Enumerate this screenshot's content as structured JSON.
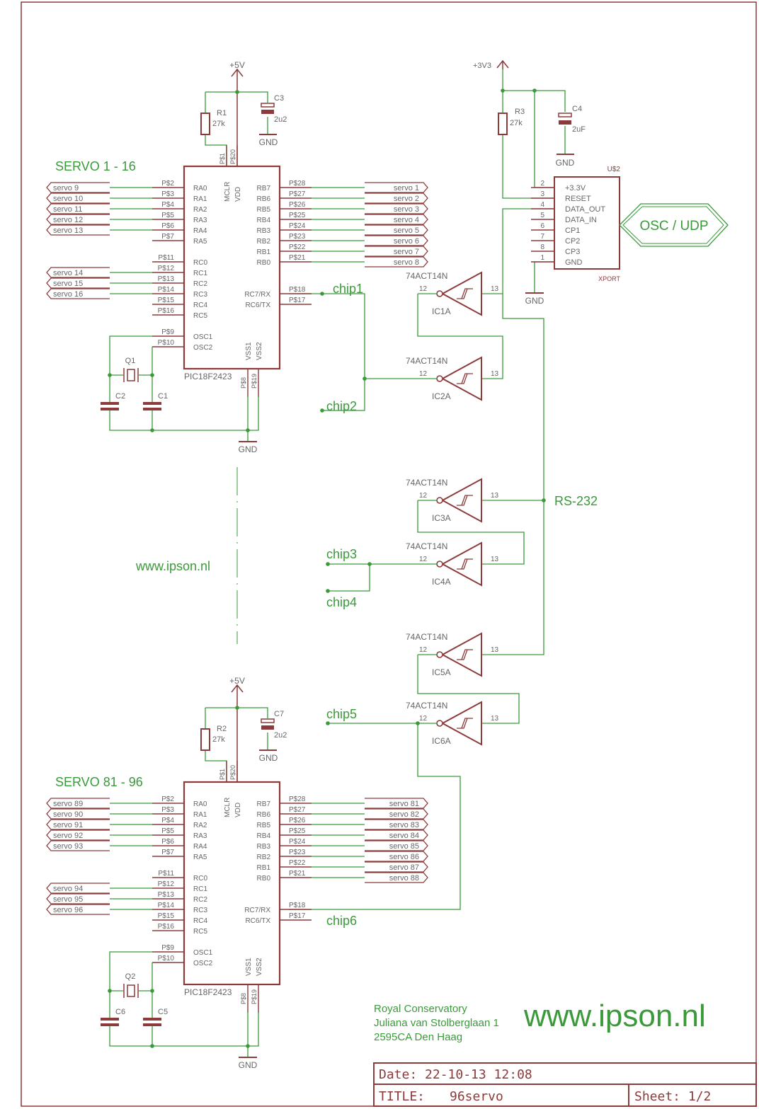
{
  "supplies": {
    "plus5v": "+5V",
    "plus3v3": "+3V3",
    "gnd": "GND"
  },
  "headings": {
    "servo_top": "SERVO 1 - 16",
    "servo_bottom": "SERVO 81 - 96"
  },
  "components": {
    "r1": "R1",
    "r1_val": "27k",
    "r2": "R2",
    "r2_val": "27k",
    "r3": "R3",
    "r3_val": "27k",
    "c1": "C1",
    "c2": "C2",
    "c3": "C3",
    "c3_val": "2u2",
    "c4": "C4",
    "c4_val": "2uF",
    "c5": "C5",
    "c6": "C6",
    "c7": "C7",
    "c7_val": "2u2",
    "q1": "Q1",
    "q2": "Q2"
  },
  "mcu": {
    "part": "PIC18F2423",
    "left_pins": [
      "RA0",
      "RA1",
      "RA2",
      "RA3",
      "RA4",
      "RA5",
      "RC0",
      "RC1",
      "RC2",
      "RC3",
      "RC4",
      "RC5",
      "OSC1",
      "OSC2"
    ],
    "left_pads": [
      "P$2",
      "P$3",
      "P$4",
      "P$5",
      "P$6",
      "P$7",
      "P$11",
      "P$12",
      "P$13",
      "P$14",
      "P$15",
      "P$16",
      "P$9",
      "P$10"
    ],
    "right_pins": [
      "RB7",
      "RB6",
      "RB5",
      "RB4",
      "RB3",
      "RB2",
      "RB1",
      "RB0",
      "RC7/RX",
      "RC6/TX"
    ],
    "right_pads": [
      "P$28",
      "P$27",
      "P$26",
      "P$25",
      "P$24",
      "P$23",
      "P$22",
      "P$21",
      "P$18",
      "P$17"
    ],
    "top_pins": [
      "MCLR",
      "VDD"
    ],
    "top_pads": [
      "P$1",
      "P$20"
    ],
    "bottom_pins": [
      "VSS1",
      "VSS2"
    ],
    "bottom_pads": [
      "P$8",
      "P$19"
    ]
  },
  "servo_top_left": [
    "servo 9",
    "servo 10",
    "servo 11",
    "servo 12",
    "servo 13"
  ],
  "servo_top_left_c": [
    "servo 14",
    "servo 15",
    "servo 16"
  ],
  "servo_top_right": [
    "servo 1",
    "servo 2",
    "servo 3",
    "servo 4",
    "servo 5",
    "servo 6",
    "servo 7",
    "servo 8"
  ],
  "servo_bot_left": [
    "servo 89",
    "servo 90",
    "servo 91",
    "servo 92",
    "servo 93"
  ],
  "servo_bot_left_c": [
    "servo 94",
    "servo 95",
    "servo 96"
  ],
  "servo_bot_right": [
    "servo 81",
    "servo 82",
    "servo 83",
    "servo 84",
    "servo 85",
    "servo 86",
    "servo 87",
    "servo 88"
  ],
  "inverters": {
    "part": "74ACT14N",
    "names": [
      "IC1A",
      "IC2A",
      "IC3A",
      "IC4A",
      "IC5A",
      "IC6A"
    ],
    "pin_in": "12",
    "pin_out": "13"
  },
  "chips": [
    "chip1",
    "chip2",
    "chip3",
    "chip4",
    "chip5",
    "chip6"
  ],
  "rs232": "RS-232",
  "xport": {
    "ref": "U$2",
    "name": "XPORT",
    "pins": [
      "+3.3V",
      "RESET",
      "DATA_OUT",
      "DATA_IN",
      "CP1",
      "CP2",
      "CP3",
      "GND"
    ],
    "pads": [
      "2",
      "3",
      "4",
      "5",
      "6",
      "7",
      "8",
      "1"
    ]
  },
  "osc_udp": "OSC / UDP",
  "website_small": "www.ipson.nl",
  "website_large": "www.ipson.nl",
  "address": [
    "Royal Conservatory",
    "Juliana van Stolberglaan 1",
    "2595CA Den Haag"
  ],
  "title_block": {
    "date": "Date: 22-10-13 12:08",
    "title_label": "TITLE:",
    "title_value": "96servo",
    "sheet": "Sheet: 1/2"
  },
  "colors": {
    "wire": "#3a9a3a",
    "component": "#8c3a3a",
    "label": "#666666",
    "accent": "#3a9a3a"
  }
}
